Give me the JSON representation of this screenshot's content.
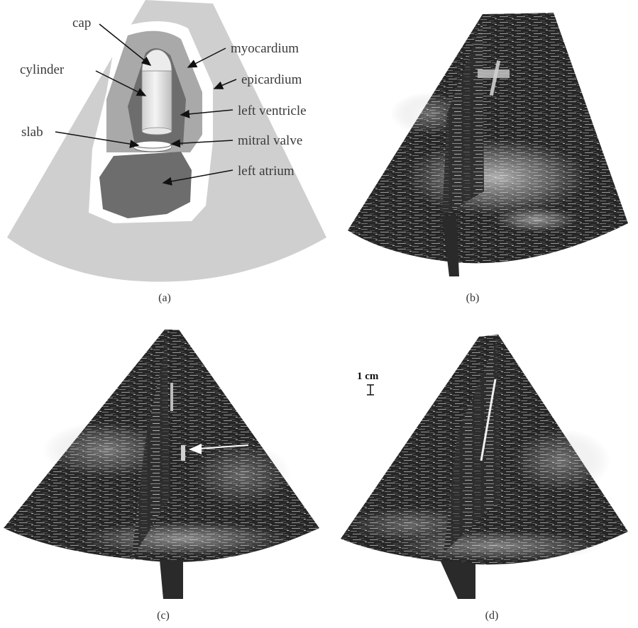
{
  "figure": {
    "panel_a": {
      "caption": "(a)",
      "labels": {
        "cap": "cap",
        "cylinder": "cylinder",
        "slab": "slab",
        "myocardium": "myocardium",
        "epicardium": "epicardium",
        "left_ventricle": "left ventricle",
        "mitral_valve": "mitral valve",
        "left_atrium": "left atrium"
      }
    },
    "panel_b": {
      "caption": "(b)"
    },
    "panel_c": {
      "caption": "(c)"
    },
    "panel_d": {
      "caption": "(d)",
      "scale_label": "1 cm"
    }
  },
  "colors": {
    "background_gray": "#cfcfcf",
    "myocardium_gray": "#a9a9a9",
    "chamber_dark": "#6d6d6d",
    "ultrasound_dark": "#1e1e1e",
    "ultrasound_mid": "#5a5a5a",
    "ultrasound_bright": "#e6e6e6"
  }
}
